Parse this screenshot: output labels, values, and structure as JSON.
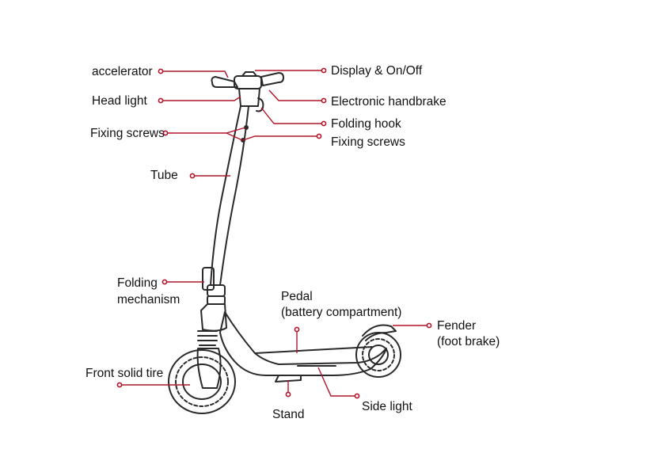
{
  "colors": {
    "leader": "#b0152a",
    "line_art": "#2a2a2a",
    "text": "#111111",
    "background": "#ffffff"
  },
  "labels": {
    "accelerator": "accelerator",
    "head_light": "Head light",
    "fixing_screws_left": "Fixing screws",
    "tube": "Tube",
    "folding_mechanism_line1": "Folding",
    "folding_mechanism_line2": "mechanism",
    "front_solid_tire": "Front solid tire",
    "display_on_off": "Display & On/Off",
    "electronic_handbrake": "Electronic handbrake",
    "folding_hook": "Folding hook",
    "fixing_screws_right": "Fixing screws",
    "pedal_line1": "Pedal",
    "pedal_line2": "(battery compartment)",
    "fender_line1": "Fender",
    "fender_line2": "(foot brake)",
    "stand": "Stand",
    "side_light": "Side light"
  }
}
